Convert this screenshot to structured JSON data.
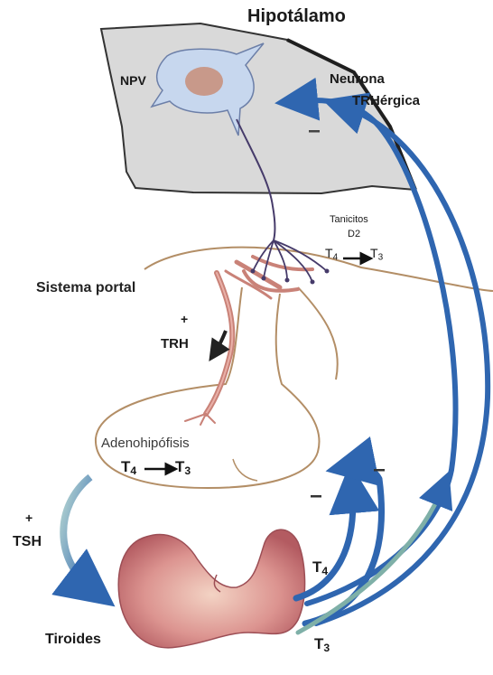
{
  "labels": {
    "hipotalamo": "Hipotálamo",
    "npv": "NPV",
    "neurona": "Neurona",
    "trhergica": "TRHérgica",
    "tanicitos": "Tanicitos",
    "d2": "D2",
    "sistema_portal": "Sistema portal",
    "trh": "TRH",
    "adenohipofisis": "Adenohipófisis",
    "tsh": "TSH",
    "tiroides": "Tiroides",
    "plus": "+",
    "T": "T",
    "n4": "4",
    "n3": "3"
  },
  "colors": {
    "hypothalamus_fill": "#d9d9d9",
    "hypothalamus_edge": "#222222",
    "neuron_fill": "#c7d7ee",
    "neuron_nucleus": "#c8998a",
    "portal_vessels": "#c98278",
    "feedback_blue": "#2f66b0",
    "teal_arrow": "#7fb0a8",
    "thyroid": "#d58585",
    "outline_tan": "#b38e66"
  }
}
